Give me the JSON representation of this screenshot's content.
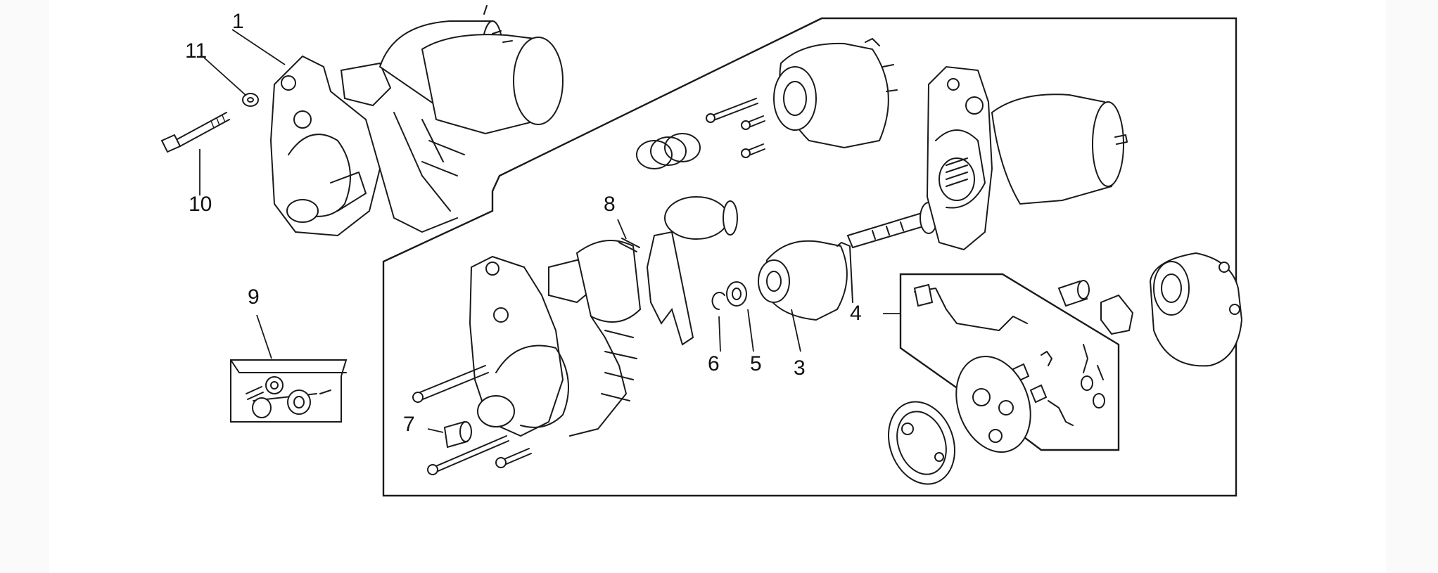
{
  "diagram": {
    "callouts": {
      "c1": "1",
      "c3": "3",
      "c4": "4",
      "c5": "5",
      "c6": "6",
      "c7": "7",
      "c8": "8",
      "c9": "9",
      "c10": "10",
      "c11": "11"
    }
  }
}
